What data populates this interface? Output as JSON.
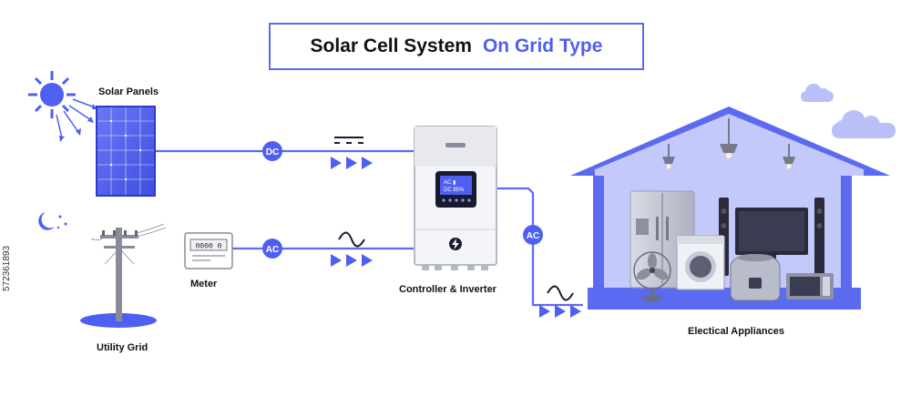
{
  "title": {
    "main": "Solar Cell System",
    "accent": "On Grid Type"
  },
  "labels": {
    "solar_panels": "Solar Panels",
    "meter": "Meter",
    "utility_grid": "Utility Grid",
    "controller": "Controller & Inverter",
    "appliances": "Electical Appliances"
  },
  "badges": {
    "dc": "DC",
    "ac_grid": "AC",
    "ac_out": "AC"
  },
  "inverter_screen": {
    "line1": "AC  ▮",
    "line2": "DC 85%"
  },
  "meter_display": "0000 0",
  "stock_id": "572361893",
  "colors": {
    "accent": "#5b6af0",
    "house": "#7d8cf2",
    "house_inner": "#c3c9fa",
    "dark": "#1a1a2e"
  },
  "icons": [
    "sun-icon",
    "moon-icon",
    "cloud-icon",
    "lightning-icon",
    "ac-wave-icon",
    "dc-symbol-icon",
    "arrow-right-icon"
  ]
}
